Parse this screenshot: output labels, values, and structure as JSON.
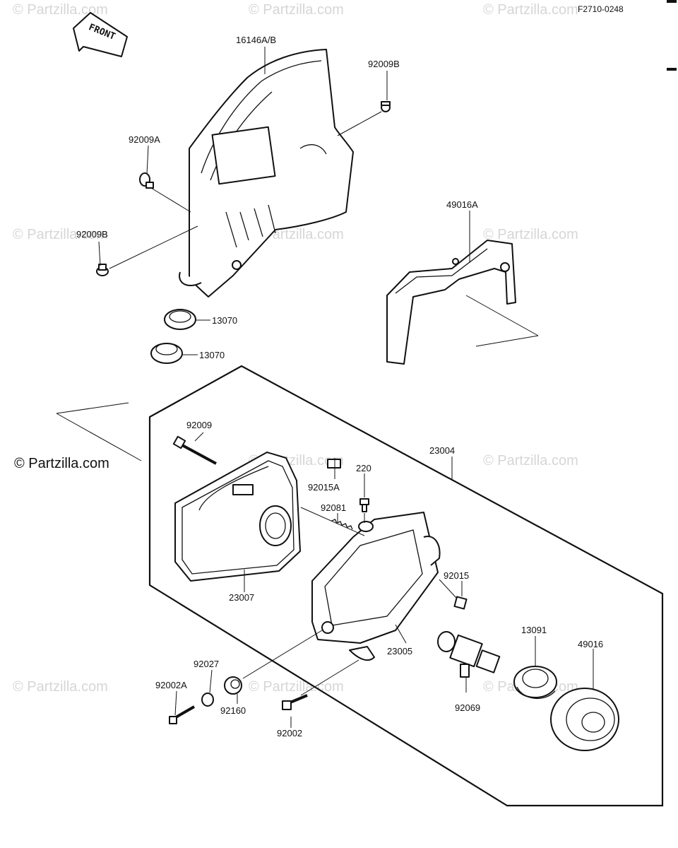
{
  "figure_code": "F2710-0248",
  "direction_label": "FRONT",
  "watermark": "© Partzilla.com",
  "part_numbers": {
    "cover": "16146A/B",
    "screw_b_top": "92009B",
    "screw_a": "92009A",
    "screw_b_left": "92009B",
    "grommet_1": "13070",
    "grommet_2": "13070",
    "bracket": "49016A",
    "headlight_assembly": "23004",
    "bolt": "92009",
    "clip": "92015A",
    "screw_220": "220",
    "spring": "92081",
    "lamp_unit": "23007",
    "nut": "92015",
    "housing": "23005",
    "collar": "92027",
    "bolt_a": "92002A",
    "bushing": "92160",
    "bolt_main": "92002",
    "bulb": "92069",
    "socket": "13091",
    "boot": "49016"
  }
}
